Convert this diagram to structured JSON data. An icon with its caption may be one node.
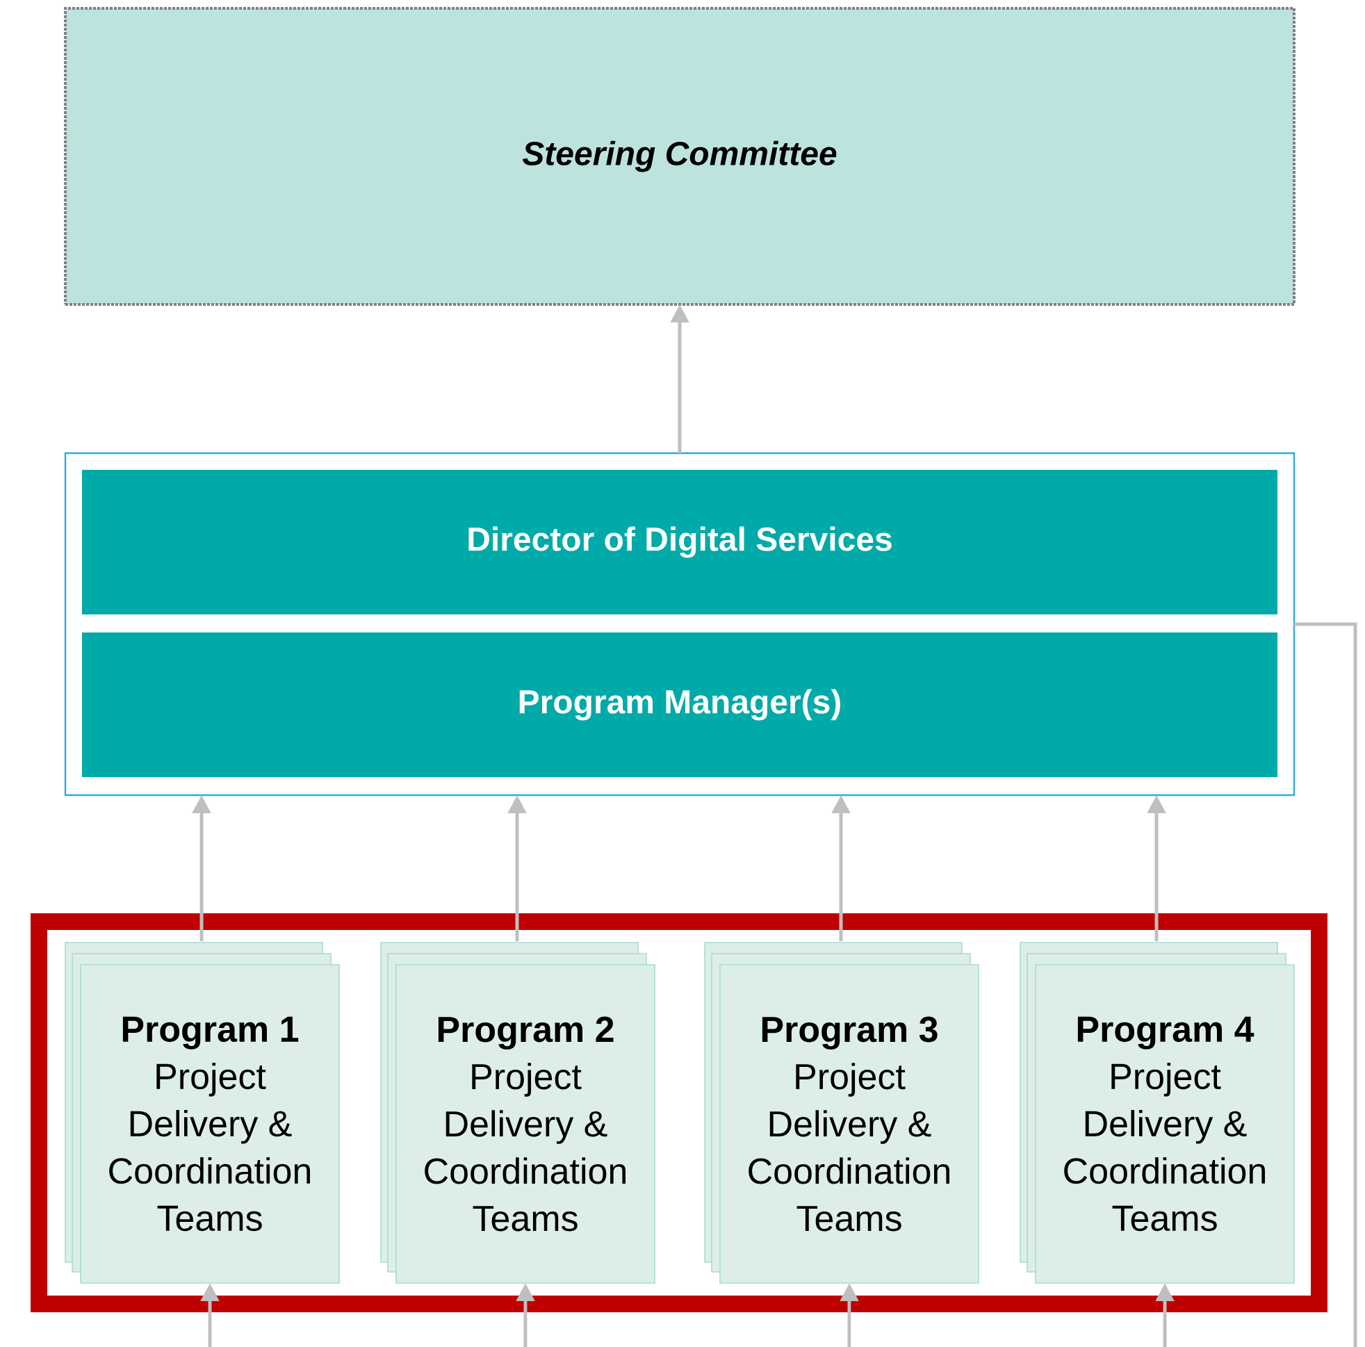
{
  "diagram": {
    "nodes": [
      {
        "text": [
          "Steering Committee"
        ]
      },
      {
        "text": [],
        "shape": "box"
      },
      {
        "text": [
          "Director of Digital Services"
        ],
        "in": 1
      },
      {
        "text": [
          "Program Manager(s)"
        ],
        "in": 1
      },
      {
        "text": [],
        "shape": "box"
      },
      {
        "text": [
          "Program 1",
          "Project Delivery & Coordination Teams"
        ],
        "in": 4
      },
      {
        "text": [
          "Program 2",
          "Project Delivery & Coordination Teams"
        ],
        "in": 4
      },
      {
        "text": [
          "Program 3",
          "Project Delivery & Coordination Teams"
        ],
        "in": 4
      },
      {
        "text": [
          "Program 4",
          "Project Delivery & Coordination Teams"
        ],
        "in": 4
      }
    ],
    "edges": [
      {
        "from": 1,
        "to": 0,
        "arrow": "to"
      },
      {
        "from": 5,
        "to": 1,
        "arrow": "to"
      },
      {
        "from": 6,
        "to": 1,
        "arrow": "to"
      },
      {
        "from": 7,
        "to": 1,
        "arrow": "to"
      },
      {
        "from": 8,
        "to": 1,
        "arrow": "to"
      },
      {
        "from": null,
        "to": 5,
        "arrow": "to"
      },
      {
        "from": null,
        "to": 6,
        "arrow": "to"
      },
      {
        "from": null,
        "to": 7,
        "arrow": "to"
      },
      {
        "from": null,
        "to": 8,
        "arrow": "to"
      },
      {
        "from": 1,
        "to": null,
        "arrow": "none"
      }
    ]
  }
}
